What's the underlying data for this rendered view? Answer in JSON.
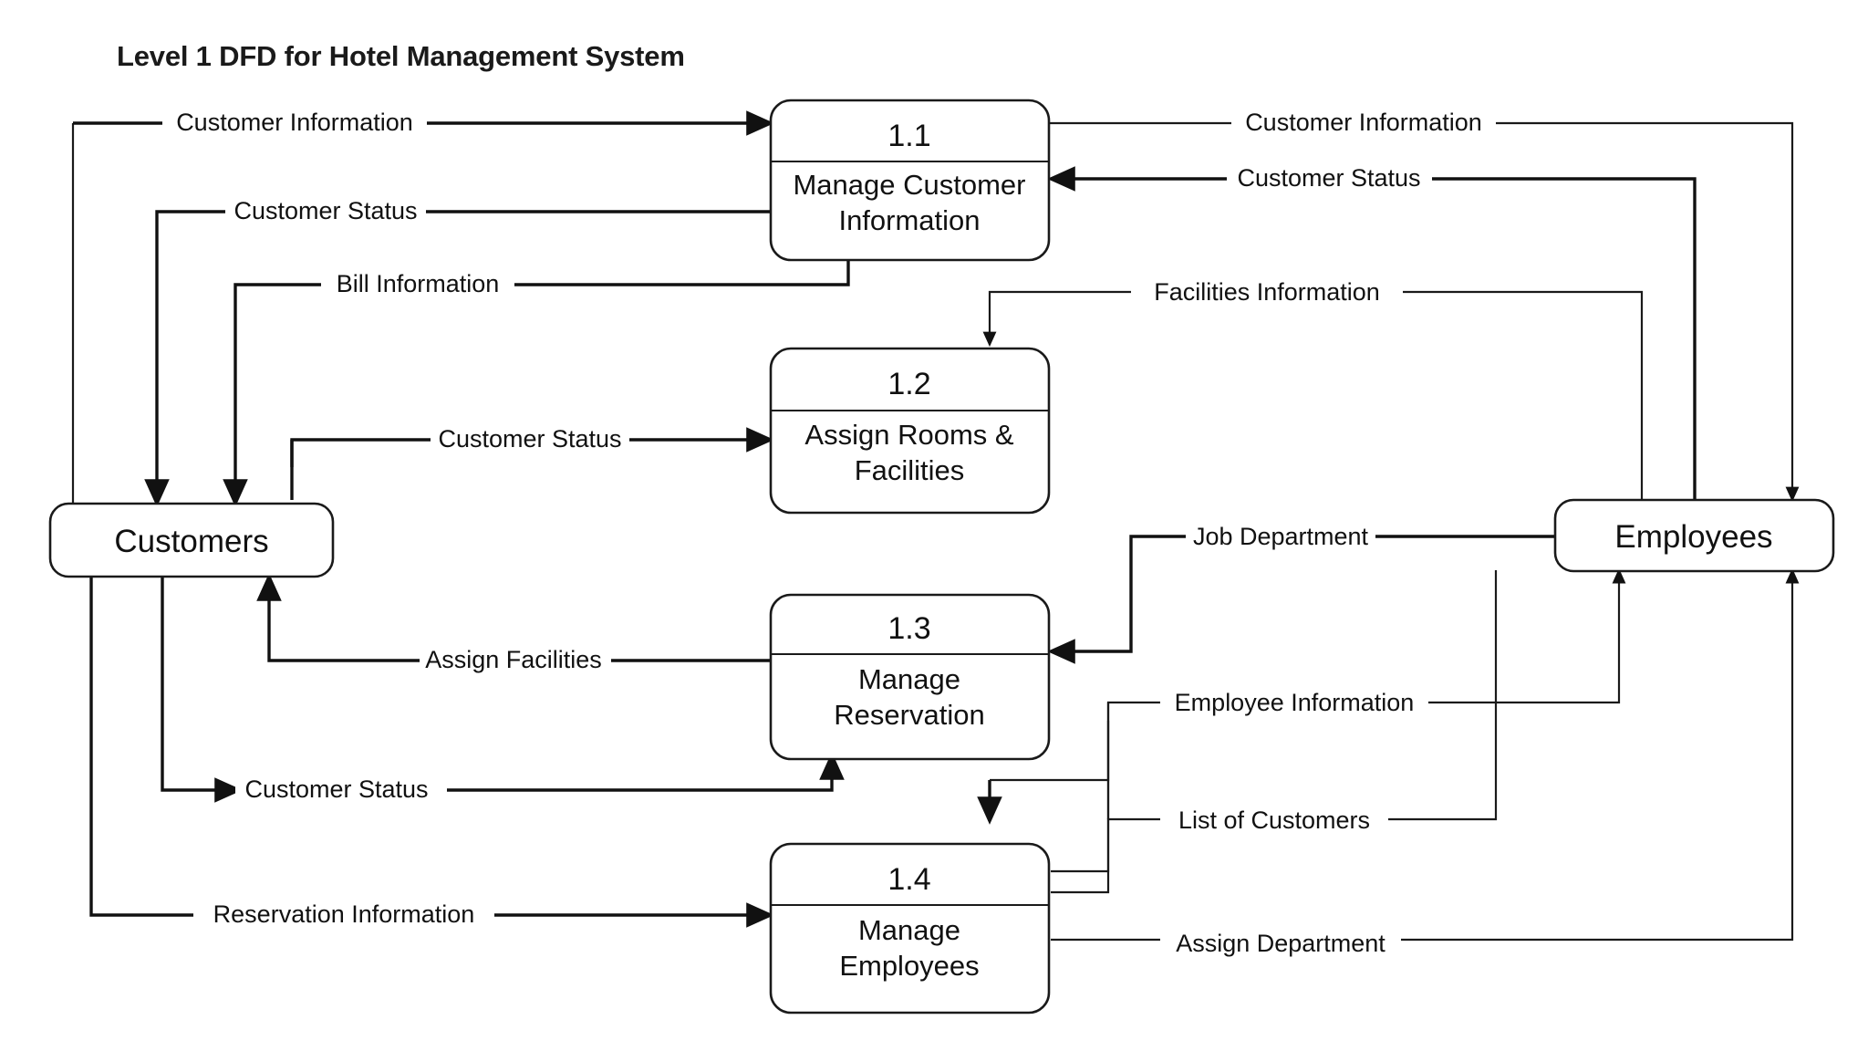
{
  "diagram": {
    "title": "Level 1 DFD for Hotel Management System",
    "type": "data-flow-diagram",
    "background_color": "#ffffff",
    "line_color": "#1a1a1a",
    "text_color": "#111111",
    "external_entities": [
      {
        "id": "customers",
        "label": "Customers"
      },
      {
        "id": "employees",
        "label": "Employees"
      }
    ],
    "processes": [
      {
        "id": "p11",
        "number": "1.1",
        "name_line1": "Manage Customer",
        "name_line2": "Information"
      },
      {
        "id": "p12",
        "number": "1.2",
        "name_line1": "Assign Rooms &",
        "name_line2": "Facilities"
      },
      {
        "id": "p13",
        "number": "1.3",
        "name_line1": "Manage",
        "name_line2": "Reservation"
      },
      {
        "id": "p14",
        "number": "1.4",
        "name_line1": "Manage",
        "name_line2": "Employees"
      }
    ],
    "flows": [
      {
        "id": "f1",
        "label": "Customer Information",
        "from": "customers",
        "to": "p11"
      },
      {
        "id": "f2",
        "label": "Customer Status",
        "from": "p11",
        "to": "customers"
      },
      {
        "id": "f3",
        "label": "Bill Information",
        "from": "p11",
        "to": "customers"
      },
      {
        "id": "f4",
        "label": "Customer Information",
        "from": "p11",
        "to": "employees"
      },
      {
        "id": "f5",
        "label": "Customer Status",
        "from": "employees",
        "to": "p11"
      },
      {
        "id": "f6",
        "label": "Facilities Information",
        "from": "employees",
        "to": "p12"
      },
      {
        "id": "f7",
        "label": "Customer Status",
        "from": "customers",
        "to": "p12"
      },
      {
        "id": "f8",
        "label": "Job Department",
        "from": "employees",
        "to": "p13"
      },
      {
        "id": "f9",
        "label": "Assign Facilities",
        "from": "p13",
        "to": "customers"
      },
      {
        "id": "f10",
        "label": "Customer Status",
        "from": "customers",
        "to": "p13"
      },
      {
        "id": "f11",
        "label": "Employee Information",
        "from": "p14",
        "to": "employees"
      },
      {
        "id": "f12",
        "label": "List of Customers",
        "from": "employees",
        "to": "p14"
      },
      {
        "id": "f13",
        "label": "Reservation  Information",
        "from": "customers",
        "to": "p14"
      },
      {
        "id": "f14",
        "label": "Assign Department",
        "from": "p14",
        "to": "employees"
      }
    ]
  }
}
